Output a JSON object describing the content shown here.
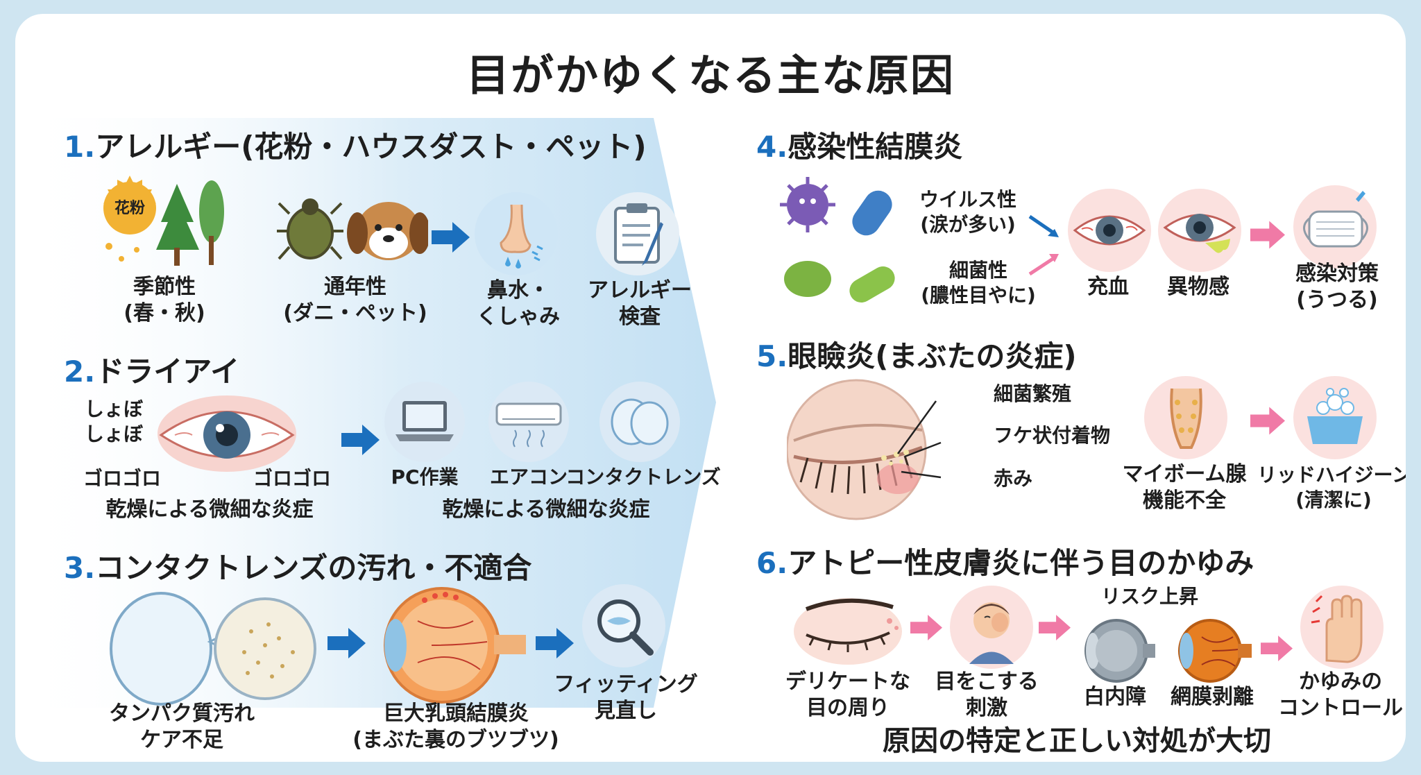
{
  "title": "目がかゆくなる主な原因",
  "colors": {
    "number": "#1b6fbd",
    "blue_arrow": "#1b6fbd",
    "pink_arrow": "#f07aa6",
    "panel_gradient": "#cfe7f6",
    "text": "#1e1e1e"
  },
  "s1": {
    "num": "1.",
    "heading": "アレルギー(花粉・ハウスダスト・ペット)",
    "badge": "花粉",
    "seasonal": [
      "季節性",
      "(春・秋)"
    ],
    "perennial": [
      "通年性",
      "(ダニ・ペット)"
    ],
    "symptom": [
      "鼻水・",
      "くしゃみ"
    ],
    "test": [
      "アレルギー",
      "検査"
    ],
    "icons": [
      "pollen-icon",
      "tree-icon",
      "mite-icon",
      "dog-icon",
      "nose-icon",
      "clipboard-icon"
    ]
  },
  "s2": {
    "num": "2.",
    "heading": "ドライアイ",
    "shobo": [
      "しょぼ",
      "しょぼ"
    ],
    "goro_left": "ゴロゴロ",
    "goro_right": "ゴロゴロ",
    "cause_left": "乾燥による微細な炎症",
    "pc": "PC作業",
    "aircon": "エアコン",
    "lens": "コンタクトレンズ",
    "cause_right": "乾燥による微細な炎症",
    "icons": [
      "eye-icon",
      "laptop-icon",
      "air-conditioner-icon",
      "contact-lens-icon"
    ]
  },
  "s3": {
    "num": "3.",
    "heading": "コンタクトレンズの汚れ・不適合",
    "dirt": [
      "タンパク質汚れ",
      "ケア不足"
    ],
    "gpc": [
      "巨大乳頭結膜炎",
      "(まぶた裏のブツブツ)"
    ],
    "fitting": [
      "フィッティング",
      "見直し"
    ],
    "icons": [
      "dirty-lens-icon",
      "eyeball-cross-section-icon",
      "magnifier-icon"
    ]
  },
  "s4": {
    "num": "4.",
    "heading": "感染性結膜炎",
    "viral": [
      "ウイルス性",
      "(涙が多い)"
    ],
    "bacterial": [
      "細菌性",
      "(膿性目やに)"
    ],
    "redness": "充血",
    "foreign": "異物感",
    "measure": [
      "感染対策",
      "(うつる)"
    ],
    "icons": [
      "virus-icon",
      "bacteria-icon",
      "red-eye-icon",
      "discharge-eye-icon",
      "mask-icon"
    ]
  },
  "s5": {
    "num": "5.",
    "heading": "眼瞼炎(まぶたの炎症)",
    "callouts": [
      "細菌繁殖",
      "フケ状付着物",
      "赤み"
    ],
    "mgd": [
      "マイボーム腺",
      "機能不全"
    ],
    "lid": [
      "リッドハイジーン",
      "(清潔に)"
    ],
    "icons": [
      "eyelid-closeup-icon",
      "meibomian-gland-icon",
      "washing-icon"
    ]
  },
  "s6": {
    "num": "6.",
    "heading": "アトピー性皮膚炎に伴う目のかゆみ",
    "delicate": [
      "デリケートな",
      "目の周り"
    ],
    "rub": [
      "目をこする",
      "刺激"
    ],
    "risk": "リスク上昇",
    "cataract": "白内障",
    "detach": "網膜剥離",
    "control": [
      "かゆみの",
      "コントロール"
    ],
    "icons": [
      "closed-eye-icon",
      "rubbing-person-icon",
      "cataract-eye-icon",
      "retina-icon",
      "itchy-hand-icon"
    ]
  },
  "footer": "原因の特定と正しい対処が大切"
}
